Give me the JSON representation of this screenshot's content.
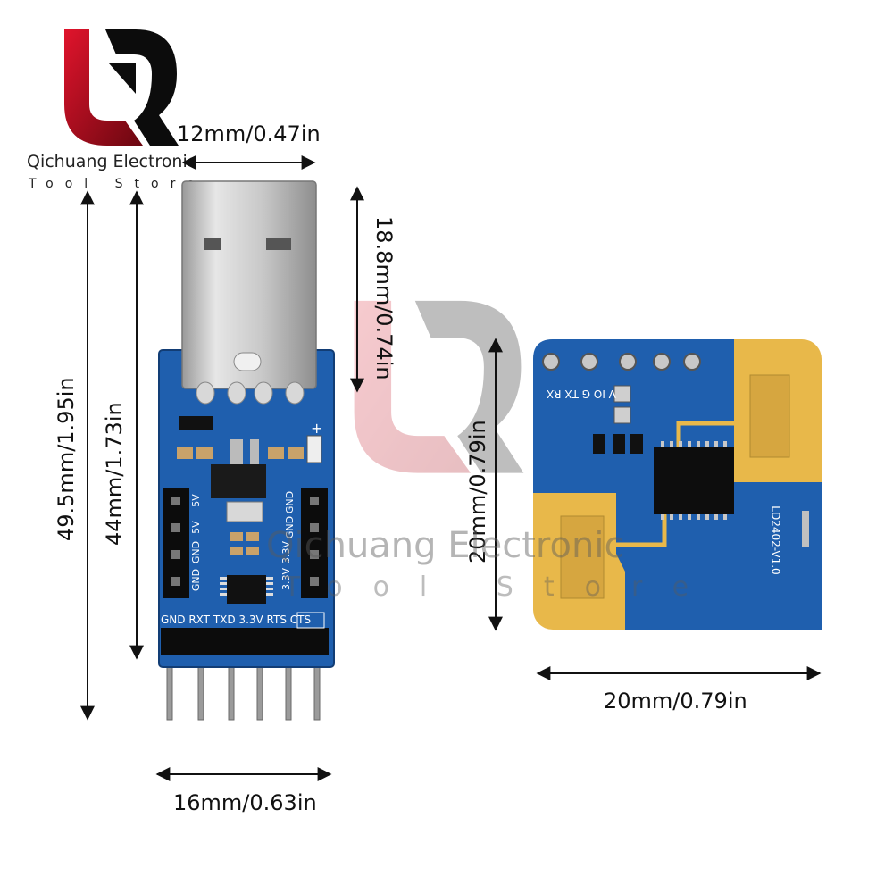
{
  "brand": {
    "name": "Qichuang Electronic",
    "subtitle": "Tool Store"
  },
  "watermark": {
    "name": "Qichuang Electronic",
    "subtitle": "Tool Store"
  },
  "dimensions": {
    "usb_plug_width": "12mm/0.47in",
    "usb_plug_length": "18.8mm/0.74in",
    "usb_board_total_length": "49.5mm/1.95in",
    "usb_board_length": "44mm/1.73in",
    "usb_board_width": "16mm/0.63in",
    "sensor_height": "20mm/0.79in",
    "sensor_width": "20mm/0.79in"
  },
  "usb_board_silkscreen": {
    "left_header": [
      "5V",
      "5V",
      "GND",
      "GND"
    ],
    "right_header": [
      "3.3V",
      "3.3V",
      "GND",
      "GND"
    ],
    "bottom_header": "GND RXT TXD 3.3V RTS CTS",
    "plus": "+"
  },
  "sensor_silkscreen": {
    "pins": "V  IO  G  TX  RX",
    "model": "LD2402-V1.0"
  },
  "colors": {
    "logo_red": "#c8102e",
    "pcb_blue": "#1f5fae",
    "antenna_gold": "#e8b84a"
  }
}
